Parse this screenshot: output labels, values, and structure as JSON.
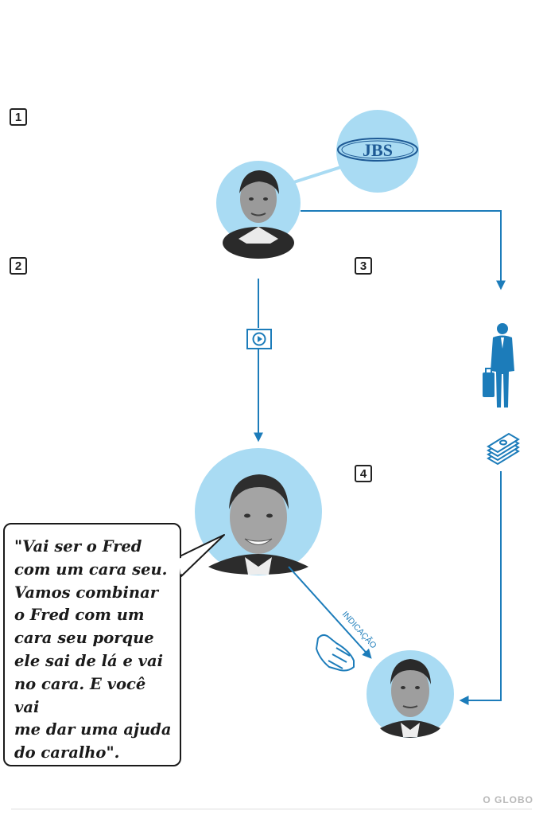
{
  "steps": [
    "1",
    "2",
    "3",
    "4"
  ],
  "logo": {
    "text": "JBS"
  },
  "arrow_label": "INDICAÇÃO",
  "quote": "\"Vai ser o Fred\ncom um cara seu.\nVamos combinar\no Fred com um\ncara seu porque\nele sai de lá e vai\nno cara. E você vai\nme dar uma ajuda\ndo caralho\".",
  "credit": "O GLOBO",
  "colors": {
    "accent": "#1c7cba",
    "circle": "#a9dbf3",
    "ink": "#1a1a1a"
  },
  "icons": [
    "jbs-logo",
    "person-portrait",
    "video-play-icon",
    "businessman-icon",
    "money-stack-icon",
    "pointing-hand-icon"
  ]
}
